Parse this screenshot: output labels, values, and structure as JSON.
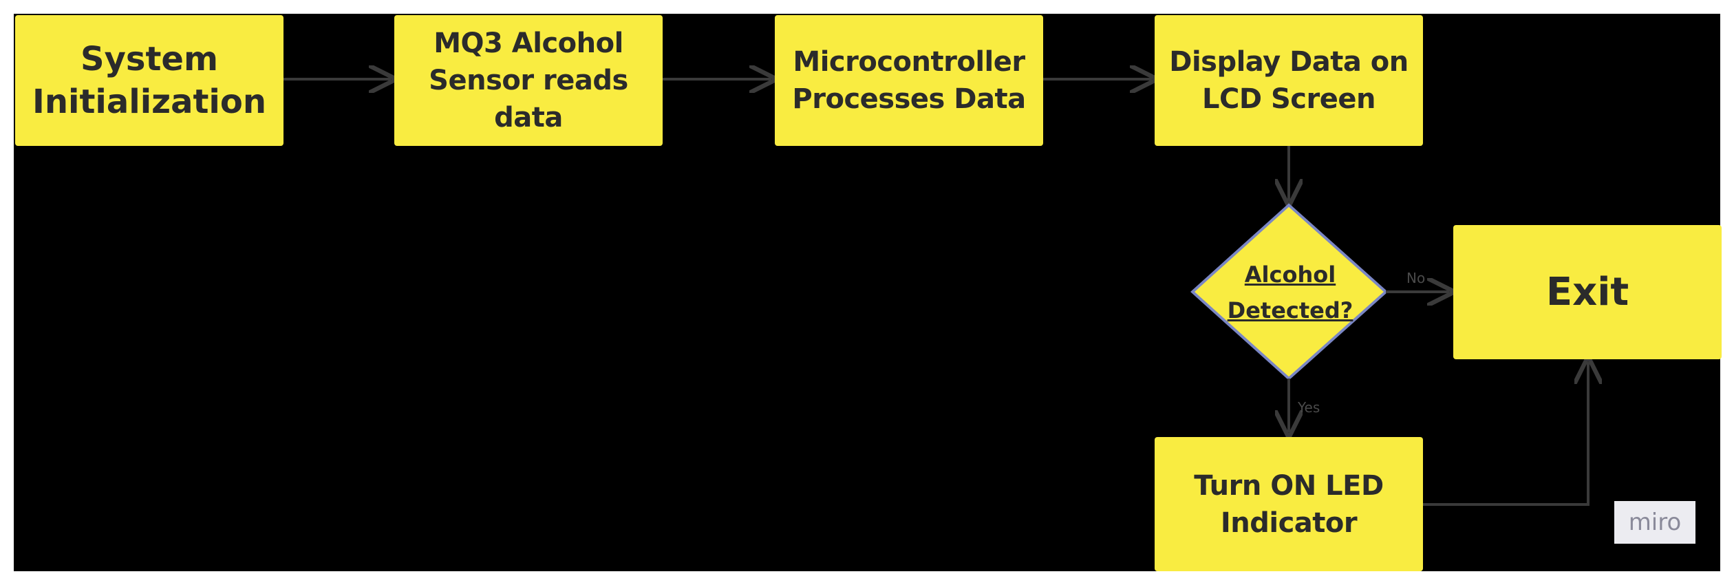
{
  "diagram": {
    "nodes": {
      "init": {
        "label": "System\nInitialization"
      },
      "sensor": {
        "label": "MQ3 Alcohol\nSensor reads\ndata"
      },
      "process": {
        "label": "Microcontroller\nProcesses Data"
      },
      "display": {
        "label": "Display Data on\nLCD Screen"
      },
      "decision": {
        "label": "Alcohol\nDetected?"
      },
      "exit": {
        "label": "Exit"
      },
      "led": {
        "label": "Turn ON LED\nIndicator"
      }
    },
    "edges": {
      "no_label": "No",
      "yes_label": "Yes"
    },
    "logo": "miro"
  },
  "colors": {
    "node_fill": "#f9ec41",
    "background": "#000000",
    "connector": "#3a3a3a",
    "decision_border": "#7a86c4"
  }
}
